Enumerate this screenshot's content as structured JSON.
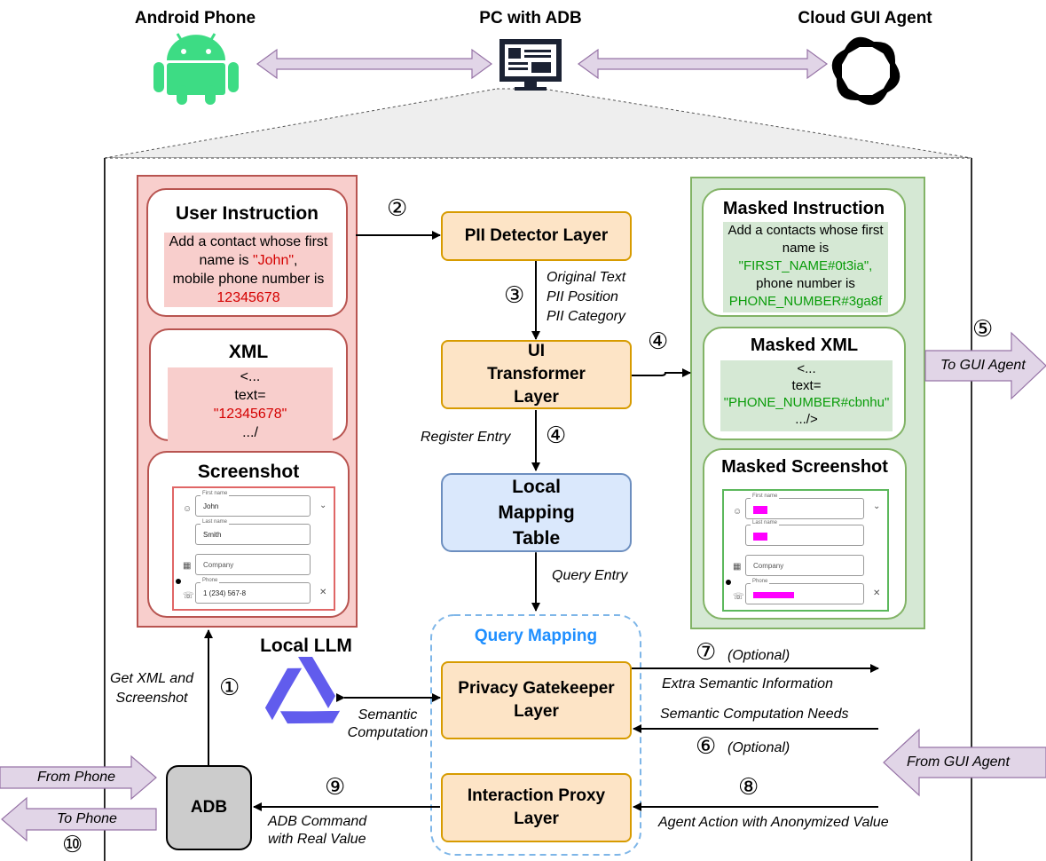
{
  "top": {
    "android": "Android Phone",
    "pc": "PC with ADB",
    "cloud": "Cloud GUI Agent"
  },
  "left_panel": {
    "user_instruction": {
      "title": "User Instruction",
      "line1": "Add a contact whose first",
      "line2_pre": "name is ",
      "line2_val": "\"John\"",
      "line2_post": ",",
      "line3": "mobile phone number is",
      "line4_val": "12345678"
    },
    "xml": {
      "title": "XML",
      "line1": "<...",
      "line2": "text=",
      "line3_val": "\"12345678\"",
      "line4": ".../"
    },
    "screenshot": {
      "title": "Screenshot",
      "first_name_label": "First name",
      "first_name_value": "John",
      "last_name_label": "Last name",
      "last_name_value": "Smith",
      "company_placeholder": "Company",
      "phone_label": "Phone",
      "phone_value": "1 (234) 567-8"
    }
  },
  "right_panel": {
    "masked_instruction": {
      "title": "Masked Instruction",
      "line1": "Add a contacts whose first",
      "line2": "name is",
      "line3_val": "\"FIRST_NAME#0t3ia\",",
      "line4": "phone number is",
      "line5_val": "PHONE_NUMBER#3ga8f"
    },
    "masked_xml": {
      "title": "Masked XML",
      "line1": "<...",
      "line2": "text=",
      "line3_val": "\"PHONE_NUMBER#cbnhu\"",
      "line4": ".../>"
    },
    "masked_screenshot": {
      "title": "Masked Screenshot",
      "first_name_label": "First name",
      "last_name_label": "Last name",
      "company_placeholder": "Company",
      "phone_label": "Phone"
    }
  },
  "layers": {
    "pii_detector": "PII Detector Layer",
    "ui_transformer": "UI Transformer Layer",
    "mapping_table": "Local Mapping Table",
    "privacy_gatekeeper": "Privacy Gatekeeper Layer",
    "interaction_proxy": "Interaction Proxy Layer",
    "adb": "ADB",
    "query_mapping": "Query Mapping",
    "local_llm": "Local LLM"
  },
  "labels": {
    "pii_info_1": "Original Text",
    "pii_info_2": "PII Position",
    "pii_info_3": "PII Category",
    "register_entry": "Register Entry",
    "query_entry": "Query Entry",
    "get_xml_1": "Get XML and",
    "get_xml_2": "Screenshot",
    "semantic_comp_1": "Semantic",
    "semantic_comp_2": "Computation",
    "optional_7": "(Optional)",
    "extra_semantic": "Extra Semantic Information",
    "semantic_needs": "Semantic Computation Needs",
    "optional_6": "(Optional)",
    "agent_action": "Agent Action with Anonymized Value",
    "adb_command_1": "ADB Command",
    "adb_command_2": "with Real Value",
    "to_gui_agent": "To GUI Agent",
    "from_gui_agent": "From GUI Agent",
    "from_phone": "From Phone",
    "to_phone": "To Phone"
  },
  "steps": {
    "s1": "①",
    "s2": "②",
    "s3": "③",
    "s4a": "④",
    "s4b": "④",
    "s5": "⑤",
    "s6": "⑥",
    "s7": "⑦",
    "s8": "⑧",
    "s9": "⑨",
    "s10": "⑩"
  },
  "colors": {
    "left_panel_fill": "#f8cecc",
    "left_panel_border": "#b85450",
    "right_panel_fill": "#d5e8d4",
    "right_panel_border": "#82b366",
    "layer_fill": "#fde4c6",
    "layer_border": "#d79b00",
    "mapping_fill": "#dae8fc",
    "mapping_border": "#6c8ebf",
    "adb_fill": "#cccccc",
    "big_arrow_fill": "#e1d5e7",
    "query_mapping_text": "#1f8fff"
  }
}
